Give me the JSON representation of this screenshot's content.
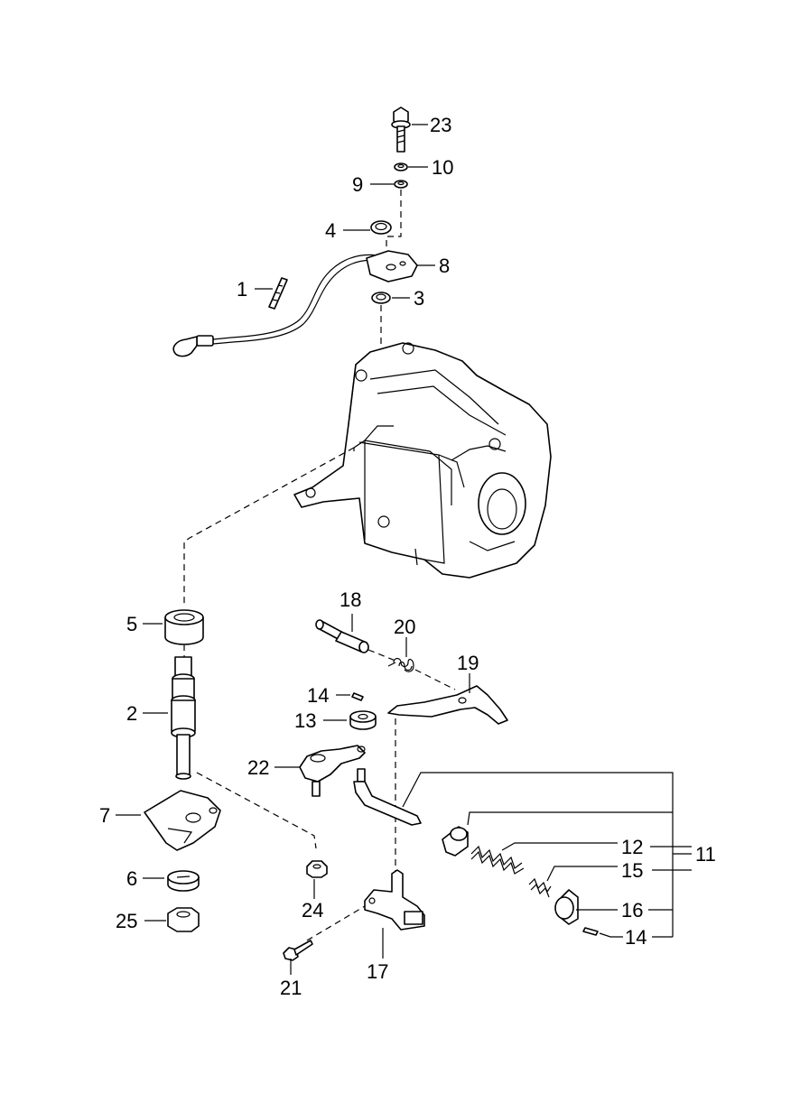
{
  "callouts": [
    {
      "id": "p23",
      "label": "23"
    },
    {
      "id": "p10",
      "label": "10"
    },
    {
      "id": "p9",
      "label": "9"
    },
    {
      "id": "p4",
      "label": "4"
    },
    {
      "id": "p8",
      "label": "8"
    },
    {
      "id": "p1",
      "label": "1"
    },
    {
      "id": "p3",
      "label": "3"
    },
    {
      "id": "p18",
      "label": "18"
    },
    {
      "id": "p20",
      "label": "20"
    },
    {
      "id": "p19",
      "label": "19"
    },
    {
      "id": "p5",
      "label": "5"
    },
    {
      "id": "p14a",
      "label": "14"
    },
    {
      "id": "p13",
      "label": "13"
    },
    {
      "id": "p2",
      "label": "2"
    },
    {
      "id": "p22",
      "label": "22"
    },
    {
      "id": "p7",
      "label": "7"
    },
    {
      "id": "p12",
      "label": "12"
    },
    {
      "id": "p11",
      "label": "11"
    },
    {
      "id": "p15",
      "label": "15"
    },
    {
      "id": "p6",
      "label": "6"
    },
    {
      "id": "p24",
      "label": "24"
    },
    {
      "id": "p16",
      "label": "16"
    },
    {
      "id": "p25",
      "label": "25"
    },
    {
      "id": "p14b",
      "label": "14"
    },
    {
      "id": "p17",
      "label": "17"
    },
    {
      "id": "p21",
      "label": "21"
    }
  ]
}
